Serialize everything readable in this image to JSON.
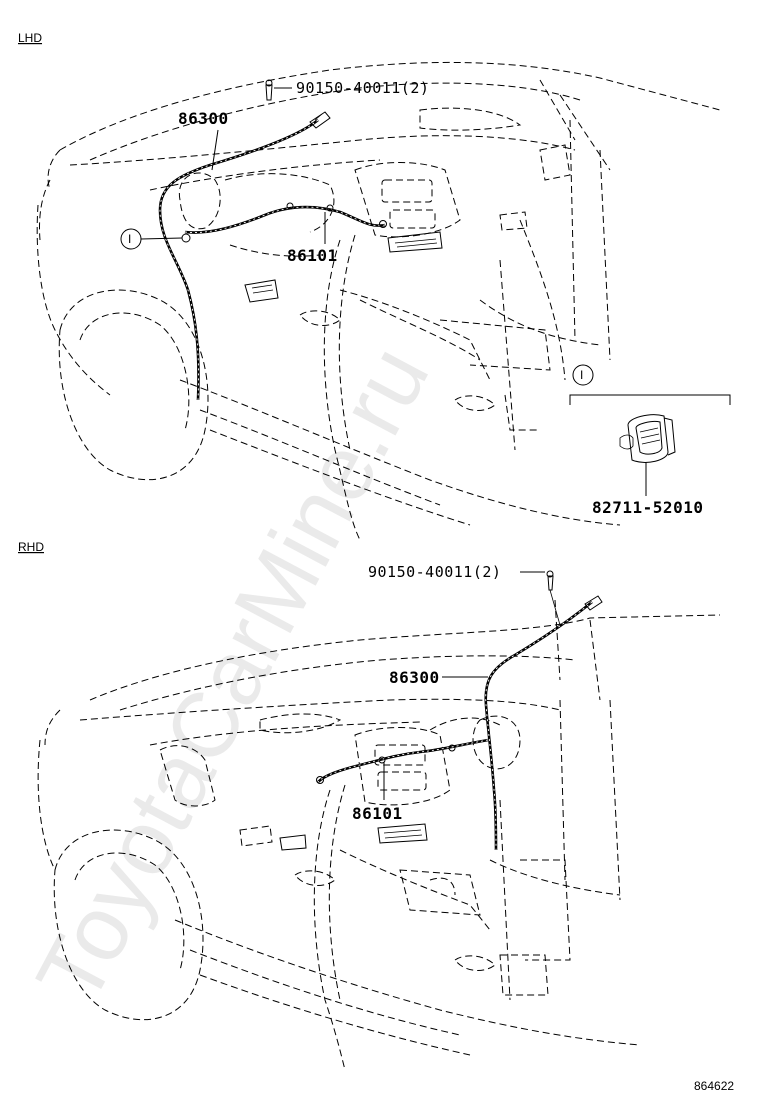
{
  "sections": {
    "lhd": "LHD",
    "rhd": "RHD"
  },
  "parts": {
    "harness_lhd": "86300",
    "cable_lhd": "86101",
    "clip_lhd": "90150-40011(2)",
    "harness_rhd": "86300",
    "cable_rhd": "86101",
    "clip_rhd": "90150-40011(2)",
    "connector": "82711-52010"
  },
  "callouts": {
    "ref_marker": "I",
    "ref_marker_detail": "I"
  },
  "figure_id": "864622",
  "watermark": "ToyotaCarMine.ru"
}
